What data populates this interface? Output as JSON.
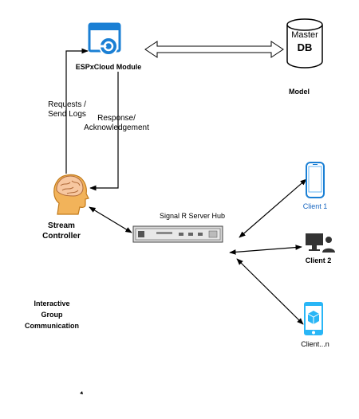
{
  "nodes": {
    "espx_module": "ESPxCloud Module",
    "master_db_line1": "Master",
    "master_db_line2": "DB",
    "model": "Model",
    "stream_controller_line1": "Stream",
    "stream_controller_line2": "Controller",
    "signalr_hub": "Signal R Server Hub",
    "client1": "Client 1",
    "client2": "Client 2",
    "clientn": "Client...n"
  },
  "edges": {
    "requests_line1": "Requests /",
    "requests_line2": "Send Logs",
    "response_line1": "Response/",
    "response_line2": "Acknowledgement"
  },
  "caption": {
    "line1": "Interactive",
    "line2": "Group",
    "line3": "Communication"
  },
  "colors": {
    "cloud_blue": "#1a7fd4",
    "client_blue": "#2196f3",
    "client1_text": "#1565c0"
  },
  "icons": {
    "espx": "cloud-module-icon",
    "db": "database-icon",
    "controller": "brain-head-icon",
    "hub": "server-rack-icon",
    "client1": "smartphone-icon",
    "client2": "desktop-user-icon",
    "clientn": "mobile-app-icon"
  }
}
